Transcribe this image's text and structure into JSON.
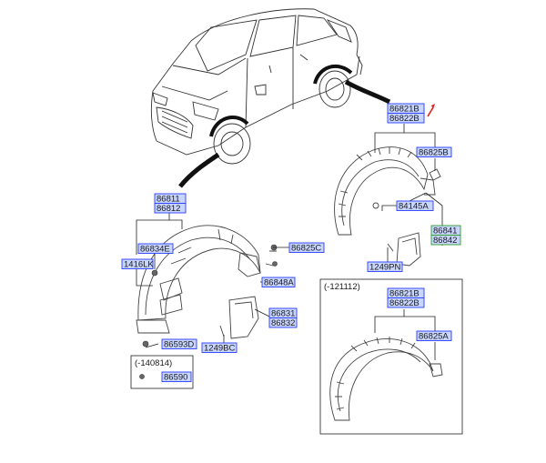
{
  "labels": {
    "front_group": [
      "86811",
      "86812"
    ],
    "f_86834E": "86834E",
    "f_86825C": "86825C",
    "f_1416LK": "1416LK",
    "f_86848A": "86848A",
    "f_mud": [
      "86831",
      "86832"
    ],
    "f_86593D": "86593D",
    "f_1249BC": "1249BC",
    "rear_group": [
      "86821B",
      "86822B"
    ],
    "r_86825B": "86825B",
    "r_84145A": "84145A",
    "r_mud": [
      "86841",
      "86842"
    ],
    "r_1249PN": "1249PN",
    "box1_title": "(-140814)",
    "box1_part": "86590",
    "box2_title": "(-121112)",
    "box2_group": [
      "86821B",
      "86822B"
    ],
    "box2_86825A": "86825A"
  },
  "colors": {
    "label_fill": "#c8d6ff",
    "label_stroke": "#2a3cff",
    "label_highlight_stroke": "#2e9e2e",
    "pointer": "#e02020",
    "line": "#222222"
  }
}
